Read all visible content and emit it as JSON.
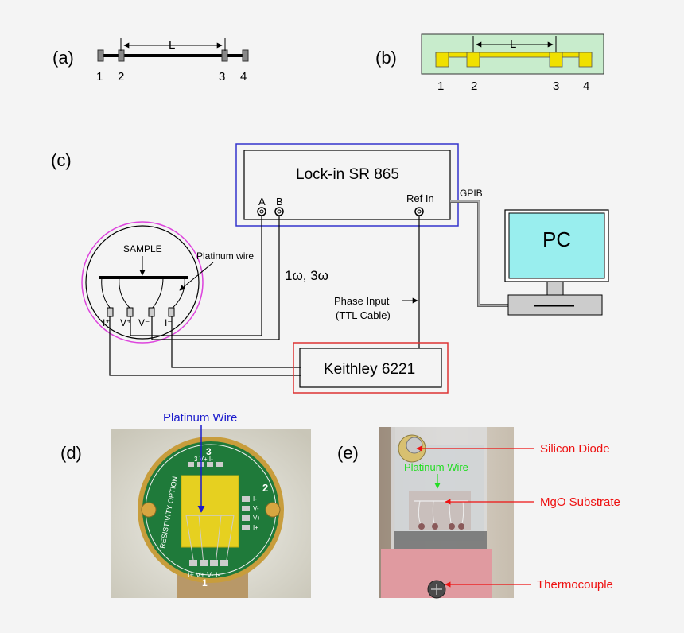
{
  "panels": {
    "a": {
      "label": "(a)",
      "length_label": "L",
      "contacts": [
        "1",
        "2",
        "3",
        "4"
      ]
    },
    "b": {
      "label": "(b)",
      "length_label": "L",
      "contacts": [
        "1",
        "2",
        "3",
        "4"
      ]
    },
    "c": {
      "label": "(c)",
      "lockin": "Lock-in SR 865",
      "port_a": "A",
      "port_b": "B",
      "ref_in": "Ref In",
      "gpib": "GPIB",
      "pc": "PC",
      "sample": "SAMPLE",
      "platinum_wire": "Platinum wire",
      "harmonics": "1ω, 3ω",
      "phase_input_1": "Phase Input",
      "phase_input_2": "(TTL Cable)",
      "keithley": "Keithley 6221",
      "pins": [
        "I⁺",
        "V⁺",
        "V⁻",
        "I⁻"
      ]
    },
    "d": {
      "label": "(d)",
      "annotation": "Platinum Wire",
      "board_text": "RESISTIVITY OPTION",
      "pads_top": "3  V+ I-",
      "pads_bottom": "I+ V+ V- I-",
      "side_num": "2",
      "top_num": "3",
      "bottom_num": "1",
      "side_pads": [
        "I-",
        "V-",
        "V+",
        "I+"
      ]
    },
    "e": {
      "label": "(e)",
      "annotation_platinum": "Platinum Wire",
      "silicon_diode": "Silicon Diode",
      "mgo_substrate": "MgO Substrate",
      "thermocouple": "Thermocouple"
    }
  },
  "colors": {
    "lockin_frame": "#3333cc",
    "keithley_frame": "#dd3333",
    "sample_circle": "#dd44dd",
    "pc_screen": "#99eeee",
    "panel_b_bg": "#c8eccc",
    "pad_yellow": "#f0e000",
    "platinum_blue": "#1a1acc",
    "annotation_red": "#ee1111",
    "annotation_green": "#22dd22"
  }
}
